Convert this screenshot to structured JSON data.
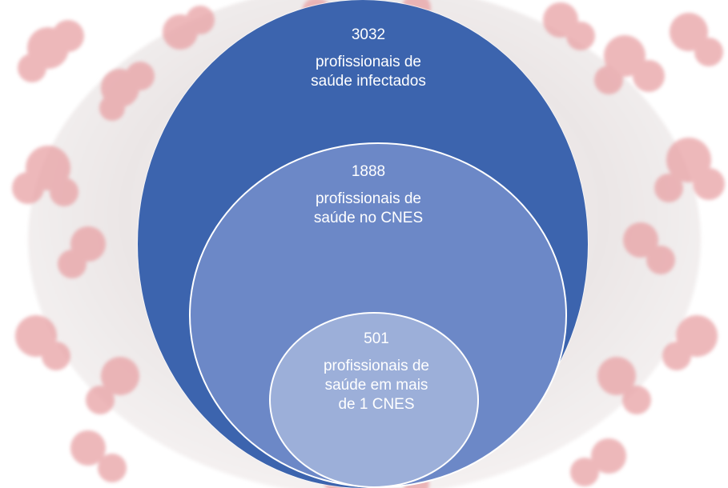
{
  "diagram": {
    "colors": {
      "outer": "#3c64ae",
      "middle": "#6c88c7",
      "inner": "#9cafd9",
      "text": "#ffffff",
      "background_virus": "#e38c90"
    },
    "background": {
      "icon": "coronavirus-illustration-icon"
    },
    "circles": [
      {
        "level": "outer",
        "value": "3032",
        "text": "profissionais de saúde infectados"
      },
      {
        "level": "middle",
        "value": "1888",
        "text": "profissionais de saúde no CNES"
      },
      {
        "level": "inner",
        "value": "501",
        "text": "profissionais de saúde em mais de 1 CNES"
      }
    ]
  }
}
